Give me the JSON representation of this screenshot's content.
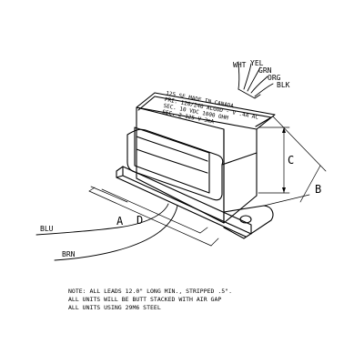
{
  "leads": {
    "top": [
      "WHT",
      "YEL",
      "GRN",
      "ORG",
      "BLK"
    ],
    "left": [
      "BLU",
      "BRN"
    ]
  },
  "dimensions": {
    "a": "A",
    "b": "B",
    "c": "C",
    "d": "D"
  },
  "label_lines": [
    "125 SE  MADE IN CANADA",
    "PRI. 120/240 ALGOD - V .4A AC",
    "SEC. 10 VDC 1000 OHM",
    "SEC. 2 125 V 3mA"
  ],
  "notes": [
    "NOTE: ALL LEADS 12.0\" LONG MIN., STRIPPED .5\".",
    "ALL UNITS WILL BE BUTT STACKED WITH AIR GAP",
    "ALL UNITS USING 29M6 STEEL"
  ]
}
